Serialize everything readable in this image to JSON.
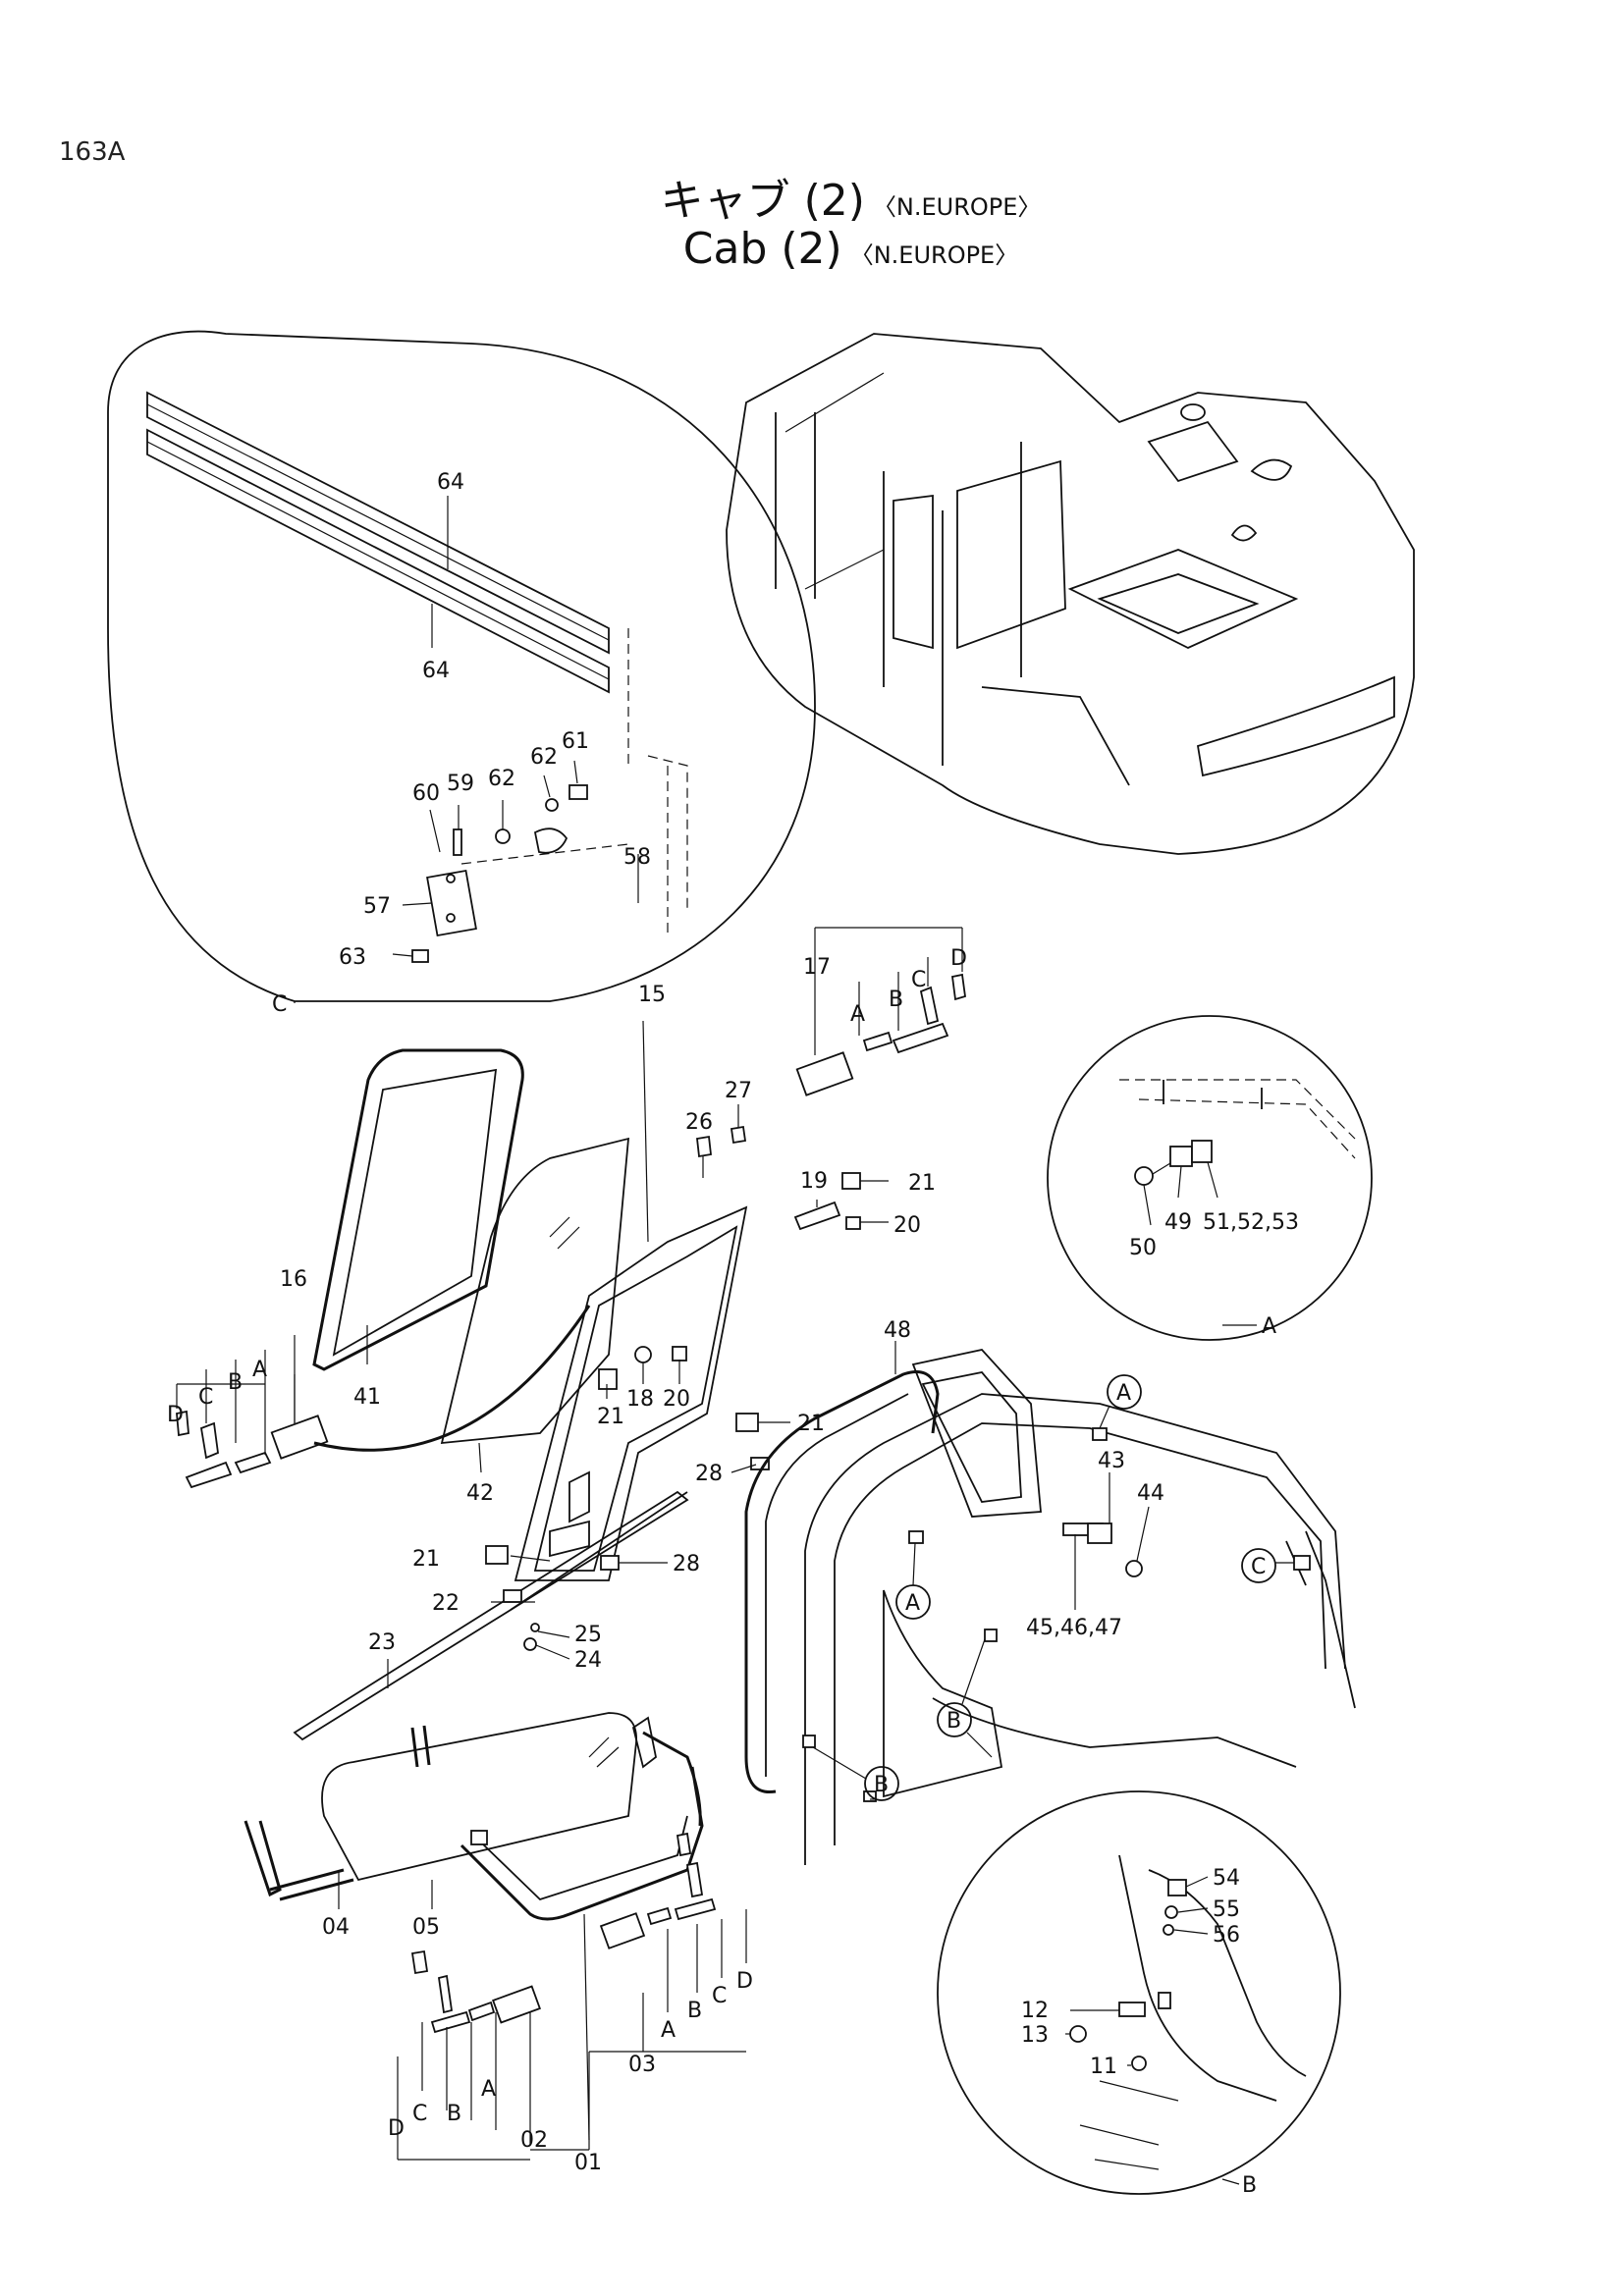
{
  "page_number": "163A",
  "title_jp": {
    "main": "キャブ (2)",
    "region": "〈N.EUROPE〉"
  },
  "title_en": {
    "main": "Cab (2)",
    "region": "〈N.EUROPE〉"
  },
  "callouts": {
    "c01": "01",
    "c02": "02",
    "c03": "03",
    "c04": "04",
    "c05": "05",
    "c11": "11",
    "c12": "12",
    "c13": "13",
    "c15": "15",
    "c16": "16",
    "c17": "17",
    "c18": "18",
    "c19": "19",
    "c20": "20",
    "c21": "21",
    "c22": "22",
    "c23": "23",
    "c24": "24",
    "c25": "25",
    "c26": "26",
    "c27": "27",
    "c28": "28",
    "c41": "41",
    "c42": "42",
    "c43": "43",
    "c44": "44",
    "c45_47": "45,46,47",
    "c48": "48",
    "c49": "49",
    "c50": "50",
    "c51_53": "51,52,53",
    "c54": "54",
    "c55": "55",
    "c56": "56",
    "c57": "57",
    "c58": "58",
    "c59": "59",
    "c60": "60",
    "c61": "61",
    "c62": "62",
    "c63": "63",
    "c64": "64"
  },
  "letters": {
    "a": "A",
    "b": "B",
    "c": "C",
    "d": "D"
  }
}
